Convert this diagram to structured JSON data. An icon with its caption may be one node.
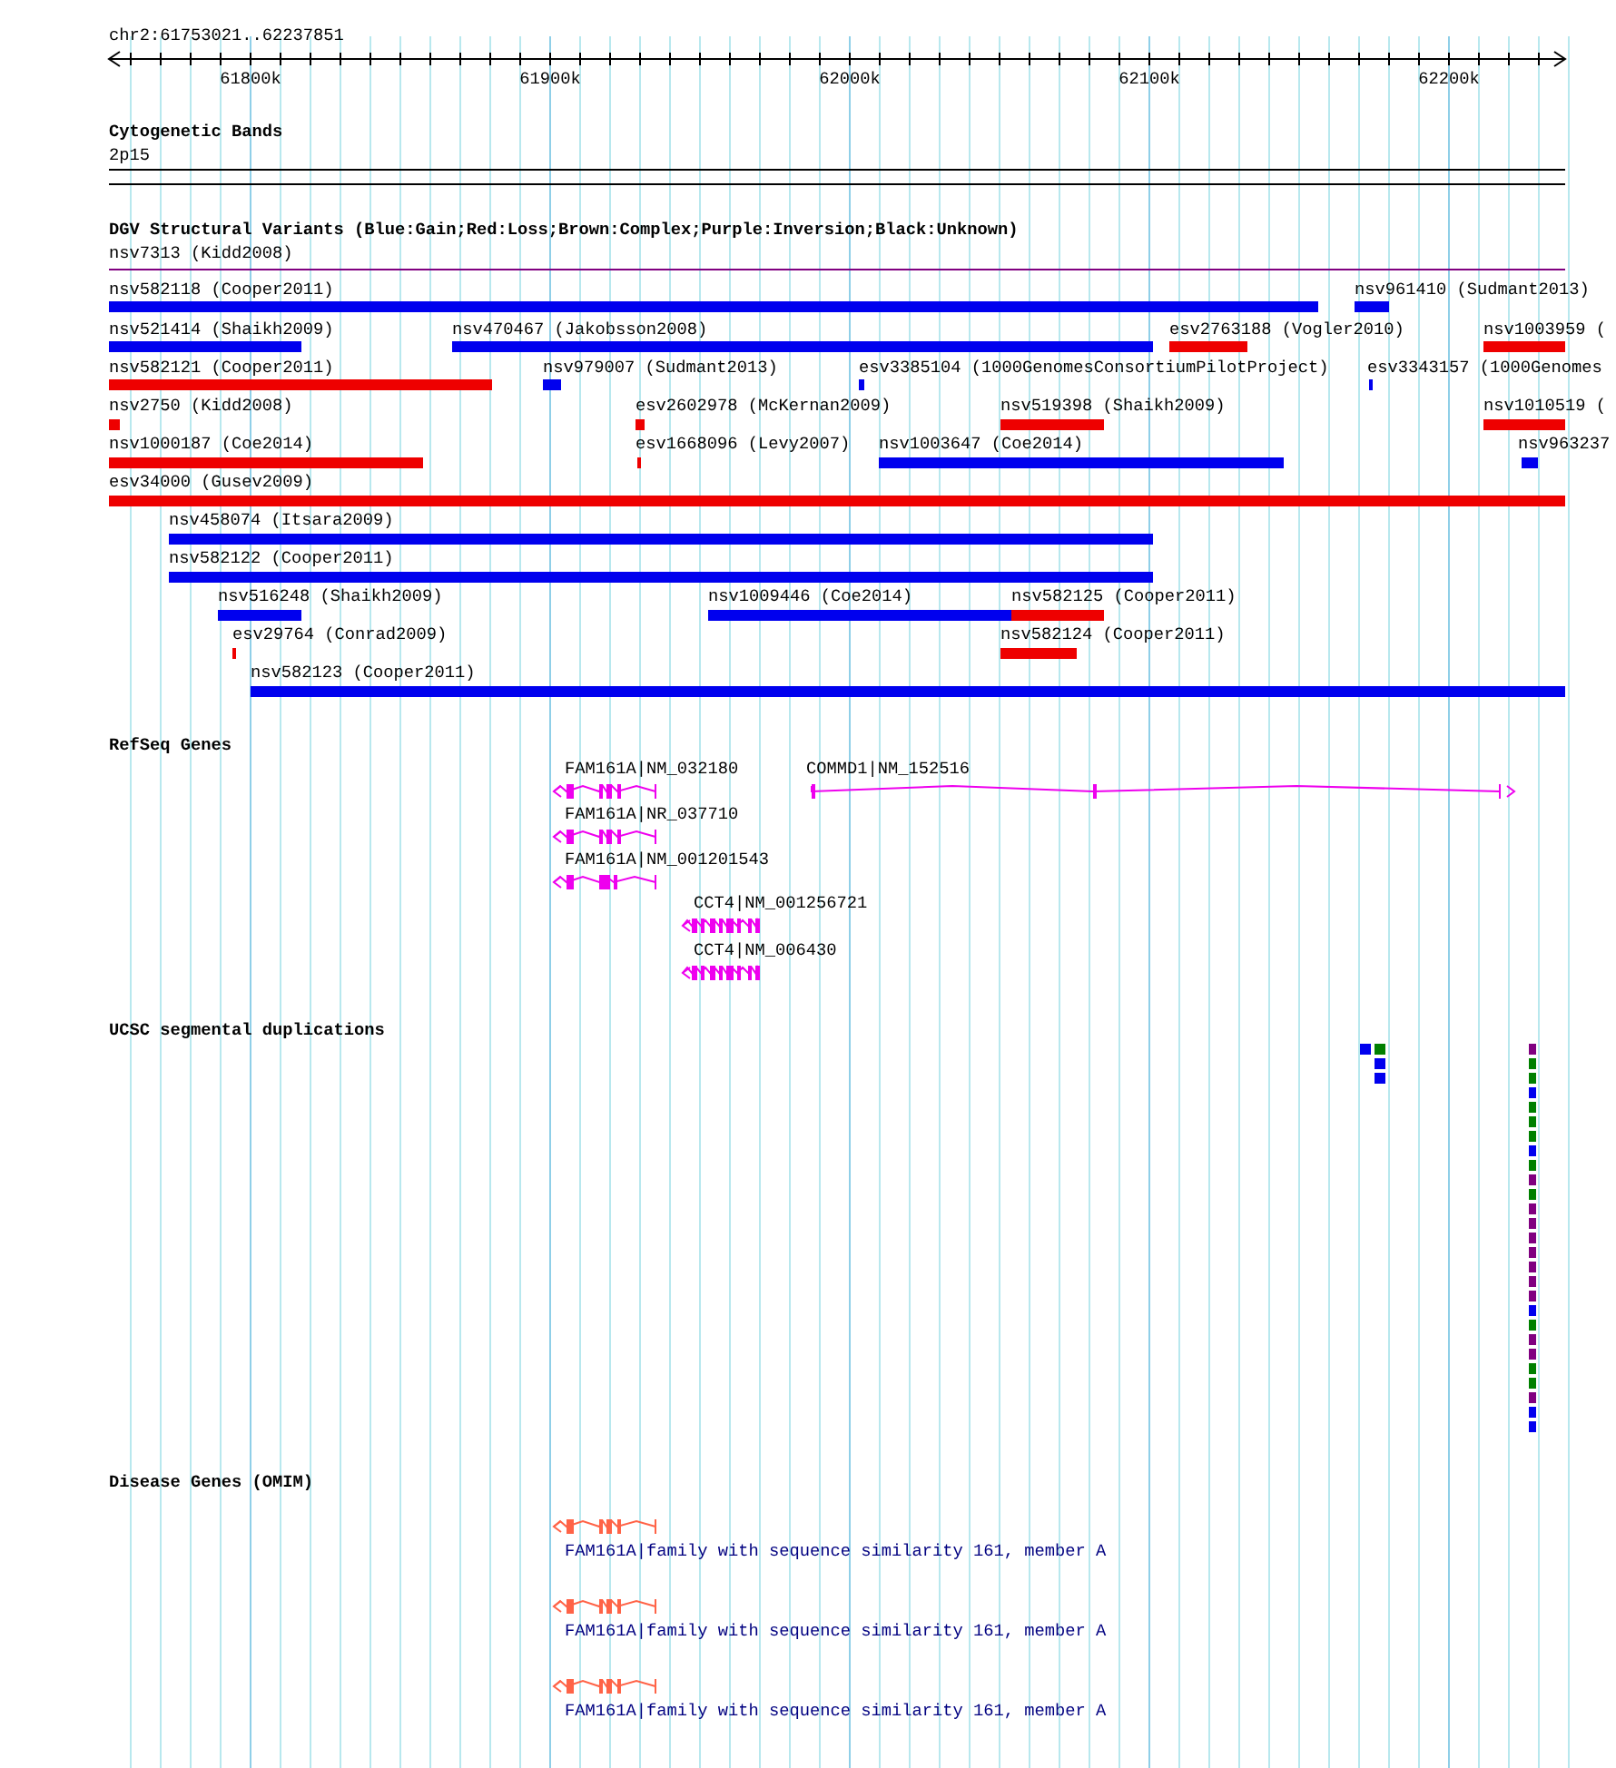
{
  "diagram": {
    "labels": [
      "chr2:61753021..62237851",
      "61800k",
      "61900k",
      "62000k",
      "62100k",
      "62200k",
      "Cytogenetic Bands",
      "2p15",
      "DGV Structural Variants (Blue:Gain;Red:Loss;Brown:Complex;Purple:Inversion;Black:Unknown)",
      "nsv7313 (Kidd2008)",
      "nsv582118 (Cooper2011)",
      "nsv961410 (Sudmant2013)",
      "nsv521414 (Shaikh2009)",
      "nsv470467 (Jakobsson2008)",
      "esv2763188 (Vogler2010)",
      "nsv1003959 (",
      "nsv582121 (Cooper2011)",
      "nsv979007 (Sudmant2013)",
      "esv3385104 (1000GenomesConsortiumPilotProject)",
      "esv3343157 (1000Genomes",
      "nsv2750 (Kidd2008)",
      "esv2602978 (McKernan2009)",
      "nsv519398 (Shaikh2009)",
      "nsv1010519 (",
      "nsv1000187 (Coe2014)",
      "esv1668096 (Levy2007)",
      "nsv1003647 (Coe2014)",
      "nsv963237",
      "esv34000 (Gusev2009)",
      "nsv458074 (Itsara2009)",
      "nsv582122 (Cooper2011)",
      "nsv516248 (Shaikh2009)",
      "nsv1009446 (Coe2014)",
      "nsv582125 (Cooper2011)",
      "esv29764 (Conrad2009)",
      "nsv582124 (Cooper2011)",
      "nsv582123 (Cooper2011)",
      "RefSeq Genes",
      "FAM161A|NM_032180",
      "COMMD1|NM_152516",
      "FAM161A|NR_037710",
      "FAM161A|NM_001201543",
      "CCT4|NM_001256721",
      "CCT4|NM_006430",
      "UCSC segmental duplications",
      "Disease Genes (OMIM)",
      "FAM161A|family with sequence similarity 161, member A",
      "FAM161A|family with sequence similarity 161, member A",
      "FAM161A|family with sequence similarity 161, member A"
    ]
  }
}
